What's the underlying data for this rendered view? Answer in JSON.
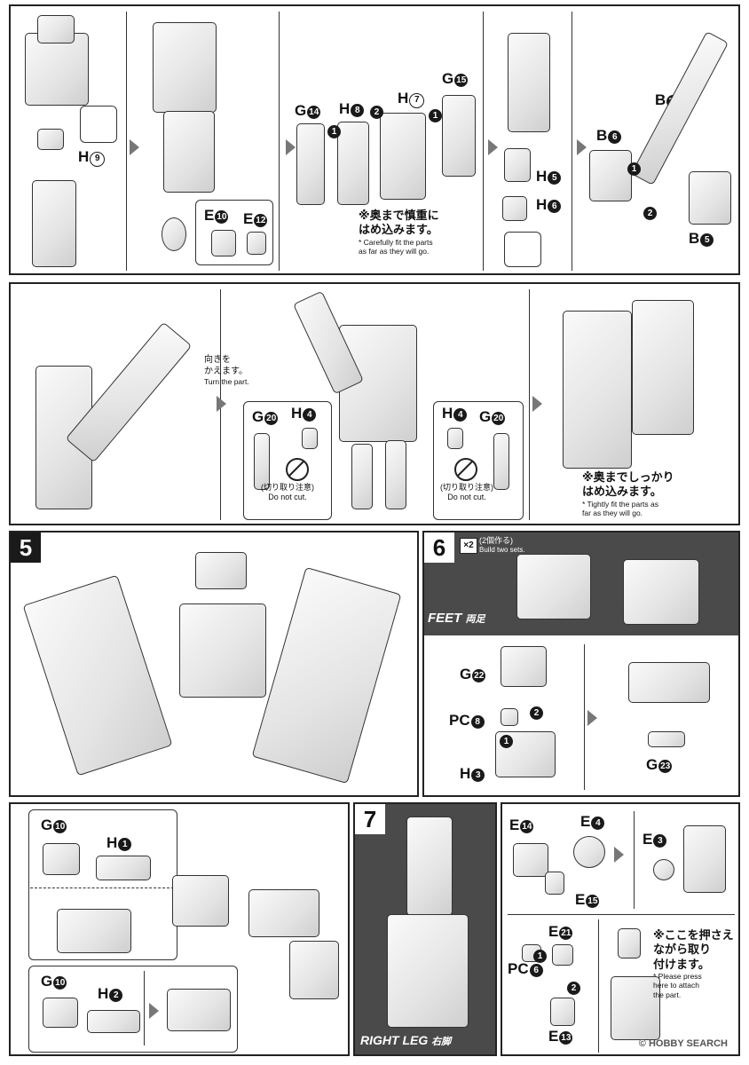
{
  "step_labels": {
    "s5": "5",
    "s6": "6",
    "s7": "7"
  },
  "part_labels": {
    "h9": {
      "letter": "H",
      "num": "9"
    },
    "e10": {
      "letter": "E",
      "num": "10"
    },
    "e12": {
      "letter": "E",
      "num": "12"
    },
    "g14": {
      "letter": "G",
      "num": "14"
    },
    "h8": {
      "letter": "H",
      "num": "8"
    },
    "h7": {
      "letter": "H",
      "num": "7"
    },
    "g15": {
      "letter": "G",
      "num": "15"
    },
    "h5": {
      "letter": "H",
      "num": "5"
    },
    "h6": {
      "letter": "H",
      "num": "6"
    },
    "b6": {
      "letter": "B",
      "num": "6"
    },
    "b10": {
      "letter": "B",
      "num": "10"
    },
    "b5": {
      "letter": "B",
      "num": "5"
    },
    "g20a": {
      "letter": "G",
      "num": "20"
    },
    "h4a": {
      "letter": "H",
      "num": "4"
    },
    "h4b": {
      "letter": "H",
      "num": "4"
    },
    "g20b": {
      "letter": "G",
      "num": "20"
    },
    "g22": {
      "letter": "G",
      "num": "22"
    },
    "pc8": {
      "letter": "PC",
      "num": "8"
    },
    "h3": {
      "letter": "H",
      "num": "3"
    },
    "g23": {
      "letter": "G",
      "num": "23"
    },
    "g10a": {
      "letter": "G",
      "num": "10"
    },
    "h1": {
      "letter": "H",
      "num": "1"
    },
    "g10b": {
      "letter": "G",
      "num": "10"
    },
    "h2": {
      "letter": "H",
      "num": "2"
    },
    "e14": {
      "letter": "E",
      "num": "14"
    },
    "e4": {
      "letter": "E",
      "num": "4"
    },
    "e15": {
      "letter": "E",
      "num": "15"
    },
    "e3": {
      "letter": "E",
      "num": "3"
    },
    "e21": {
      "letter": "E",
      "num": "21"
    },
    "pc6": {
      "letter": "PC",
      "num": "6"
    },
    "e13": {
      "letter": "E",
      "num": "13"
    }
  },
  "order_marks": {
    "one": "1",
    "two": "2"
  },
  "notes": {
    "fit_deep": {
      "jp_lead": "※奥まで",
      "jp_mid": "慎重に",
      "jp_tail": "はめ込みます。",
      "en1": "* Carefully fit the parts",
      "en2": "as far as they will go."
    },
    "turn_part": {
      "jp1": "向きを",
      "jp2": "かえます。",
      "en": "Turn the part."
    },
    "do_not_cut_a": {
      "jp": "(切り取り注意)",
      "en": "Do not cut."
    },
    "do_not_cut_b": {
      "jp": "(切り取り注意)",
      "en": "Do not cut."
    },
    "fit_tight": {
      "jp1": "※奥までしっかり",
      "jp2": "はめ込みます。",
      "en1": "* Tightly fit the parts as",
      "en2": "far as they will go."
    },
    "press_here": {
      "jp1": "※ここを押さえ",
      "jp2": "ながら取り",
      "jp3": "付けます。",
      "en1": "* Please press",
      "en2": "here to attach",
      "en3": "the part."
    }
  },
  "step6": {
    "multiplier": "×2",
    "build_jp": "(2個作る)",
    "build_en": "Build two sets.",
    "feet_en": "FEET",
    "feet_jp": "両足"
  },
  "step7": {
    "leg_en": "RIGHT LEG",
    "leg_jp": "右脚"
  },
  "watermark": "© HOBBY SEARCH",
  "colors": {
    "panel_dark": "#4a4a4a",
    "ink": "#1a1a1a",
    "arrow": "#777777"
  }
}
